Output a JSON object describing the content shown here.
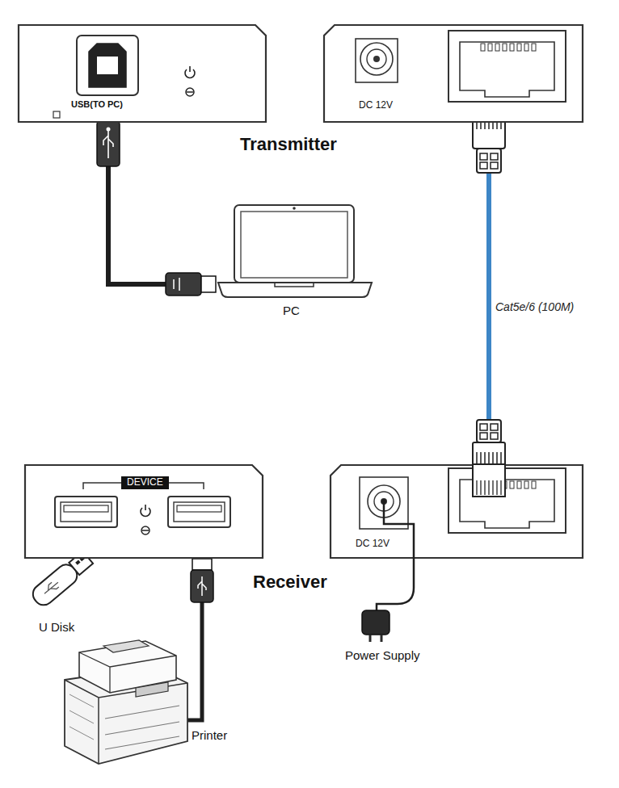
{
  "diagram": {
    "nodes": [
      {
        "text": [
          "USB(TO PC)"
        ]
      },
      {
        "text": [
          "DC 12V"
        ]
      },
      {
        "text": [
          "DEVICE"
        ]
      },
      {
        "text": [
          "DC 12V"
        ]
      }
    ],
    "edges": [
      {
        "from": 1,
        "to": 3,
        "arrow": "none",
        "label": "Cat5e/6 (100M)"
      }
    ],
    "labels": [
      "Transmitter",
      "PC",
      "Receiver",
      "U Disk",
      "Printer",
      "Power Supply"
    ]
  }
}
